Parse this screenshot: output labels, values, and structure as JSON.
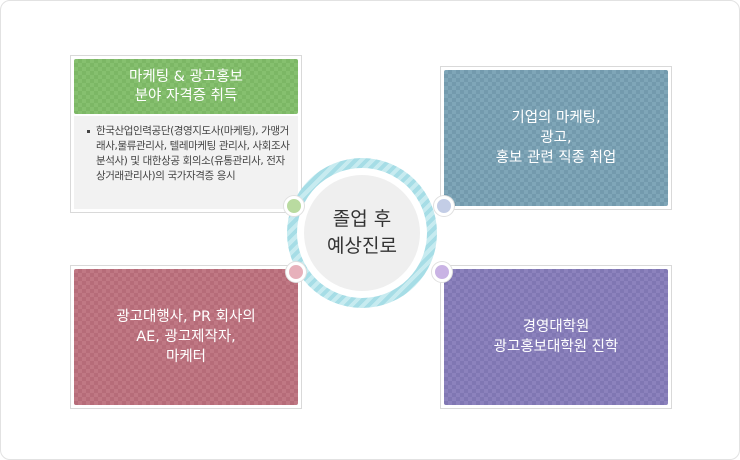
{
  "center": {
    "label": "졸업 후\n예상진로"
  },
  "boxes": {
    "top_left": {
      "title": "마케팅 & 광고홍보\n분야 자격증 취득",
      "bullets": [
        "한국산업인력공단(경영지도사(마케팅), 가맹거래사,물류관리사, 텔레마케팅 관리사, 사회조사분석사) 및 대한상공 회의소(유통관리사, 전자상거래관리사)의 국가자격증 응시"
      ]
    },
    "top_right": {
      "label": "기업의 마케팅,\n광고,\n홍보 관련 직종 취업"
    },
    "bottom_left": {
      "label": "광고대행사, PR 회사의\nAE, 광고제작자,\n마케터"
    },
    "bottom_right": {
      "label": "경영대학원\n광고홍보대학원 진학"
    }
  },
  "colors": {
    "green": "#86c06f",
    "blue": "#7fa6b8",
    "rose": "#c07884",
    "purple": "#8c82bd",
    "ring": "#a6dde6",
    "dot_green": "#b9dba0",
    "dot_blue": "#c3cde6",
    "dot_rose": "#e7b1bb",
    "dot_purple": "#c9b3e4"
  }
}
